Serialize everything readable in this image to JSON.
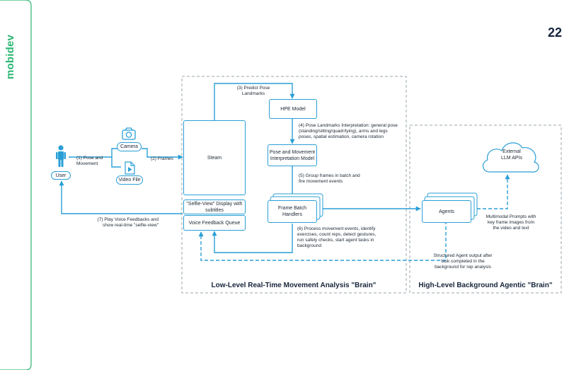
{
  "brand": {
    "name": "mobidev",
    "color": "#2bb673"
  },
  "page": {
    "number": "22"
  },
  "colors": {
    "accent": "#2a9fd6",
    "region_border": "#9aa5ad",
    "text": "#1b2733"
  },
  "nodes": {
    "user": "User",
    "camera": "Camera",
    "video_file": "Video File",
    "steam": "Steam",
    "hpe_model": "HPE Model",
    "interp_model": "Pose and Movement Interpretation Model",
    "frame_batch": "Frame Batch Handlers",
    "selfie_display": "\"Selfie-View\" Display with subtitles",
    "voice_queue": "Voice Feedback Queue",
    "agents": "Agents",
    "llm": "External LLM APIs"
  },
  "icons": {
    "user": "person-icon",
    "camera": "camera-icon",
    "video_file": "video-file-icon",
    "cloud": "cloud-icon"
  },
  "labels": {
    "l1": "(1) Pose and Movement",
    "l2": "(2) Frames",
    "l3": "(3) Predict Pose Landmarks",
    "l4": "(4) Pose Landmarks Interpretation: general pose (standing/sitting/quadr/lying), arms and legs poses, spatial estimation, camera rotation",
    "l5": "(5) Group frames in batch and fire movement events",
    "l6": "(6) Process movement events, identify exercises, count reps, detect gestures, run safely checks, start agent tasks in background",
    "l7": "(7) Play Voice Feedbacks and show real-time \"selfie-view\"",
    "multimodal": "Multimodal Prompts with key frame images from the video and text",
    "structured": "Structured Agent output after task completed in the background for rep analysis"
  },
  "regions": {
    "low": "Low-Level Real-Time Movement Analysis \"Brain\"",
    "high": "High-Level Background Agentic \"Brain\""
  }
}
